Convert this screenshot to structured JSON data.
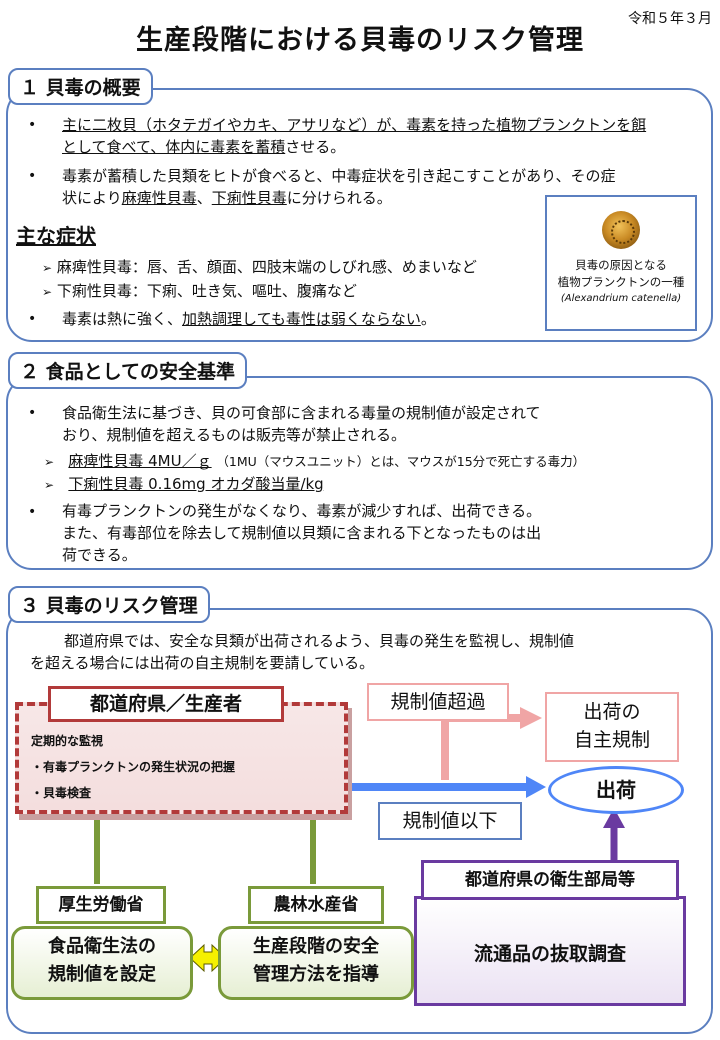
{
  "header": {
    "title": "生産段階における貝毒のリスク管理",
    "date": "令和５年３月"
  },
  "section1": {
    "heading": "１ 貝毒の概要",
    "b1_l1_pre": "主に二枚貝（ホタテガイやカキ、アサリなど）が、毒素を持った植物プランクトンを餌",
    "b1_l2_u": "として食べて、体内に毒素を蓄積",
    "b1_l2_post": "させる。",
    "b2_l1": "毒素が蓄積した貝類をヒトが食べると、中毒症状を引き起こすことがあり、その症",
    "b2_l2_pre": "状により",
    "b2_l2_u1": "麻痺性貝毒",
    "b2_l2_sep": "、",
    "b2_l2_u2": "下痢性貝毒",
    "b2_l2_post": "に分けられる。",
    "symptoms_heading": "主な症状",
    "symptom1": "麻痺性貝毒：唇、舌、顔面、四肢末端のしびれ感、めまいなど",
    "symptom2": "下痢性貝毒：下痢、吐き気、嘔吐、腹痛など",
    "b3_pre": "毒素は熱に強く、",
    "b3_u": "加熱調理しても毒性は弱くならない",
    "b3_post": "。",
    "image_caption_l1": "貝毒の原因となる",
    "image_caption_l2": "植物プランクトンの一種",
    "image_caption_l3": "(Alexandrium catenella)"
  },
  "section2": {
    "heading": "２ 食品としての安全基準",
    "b1_l1": "食品衛生法に基づき、貝の可食部に含まれる毒量の規制値が設定されて",
    "b1_l2": "おり、規制値を超えるものは販売等が禁止される。",
    "arrow1_u": "麻痺性貝毒 4MU／ｇ",
    "arrow1_note": "（1MU（マウスユニット）とは、マウスが15分で死亡する毒力）",
    "arrow2_u": "下痢性貝毒 0.16mg オカダ酸当量/kg",
    "b2_l1": "有毒プランクトンの発生がなくなり、毒素が減少すれば、出荷できる。",
    "b2_l2": "また、有毒部位を除去して規制値以貝類に含まれる下となったものは出",
    "b2_l3": "荷できる。"
  },
  "section3": {
    "heading": "３ 貝毒のリスク管理",
    "intro_l1": "都道府県では、安全な貝類が出荷されるよう、貝毒の発生を監視し、規制値",
    "intro_l2": "を超える場合には出荷の自主規制を要請している。",
    "producer_label": "都道府県／生産者",
    "monitor_title": "定期的な監視",
    "monitor_item1": "・有毒プランクトンの発生状況の把握",
    "monitor_item2": "・貝毒検査",
    "over_limit": "規制値超過",
    "self_restrict_l1": "出荷の",
    "self_restrict_l2": "自主規制",
    "ship": "出荷",
    "under_limit": "規制値以下",
    "health_dept": "都道府県の衛生部局等",
    "sampling": "流通品の抜取調査",
    "mhlw": "厚生労働省",
    "maff": "農林水産省",
    "mhlw_task_l1": "食品衛生法の",
    "mhlw_task_l2": "規制値を設定",
    "maff_task_l1": "生産段階の安全",
    "maff_task_l2": "管理方法を指導"
  },
  "colors": {
    "panel_border": "#5b7fc0",
    "producer": "#b23a3a",
    "over_limit": "#f0a5a5",
    "government": "#7a9a3a",
    "health": "#6a3aa0",
    "flow_arrow": "#4f86f7",
    "exchange_arrow": "#f5f000"
  },
  "icons": {
    "bullet": "bullet-dot",
    "arrow_bullet": "triangle-arrow",
    "plankton": "plankton-image"
  }
}
